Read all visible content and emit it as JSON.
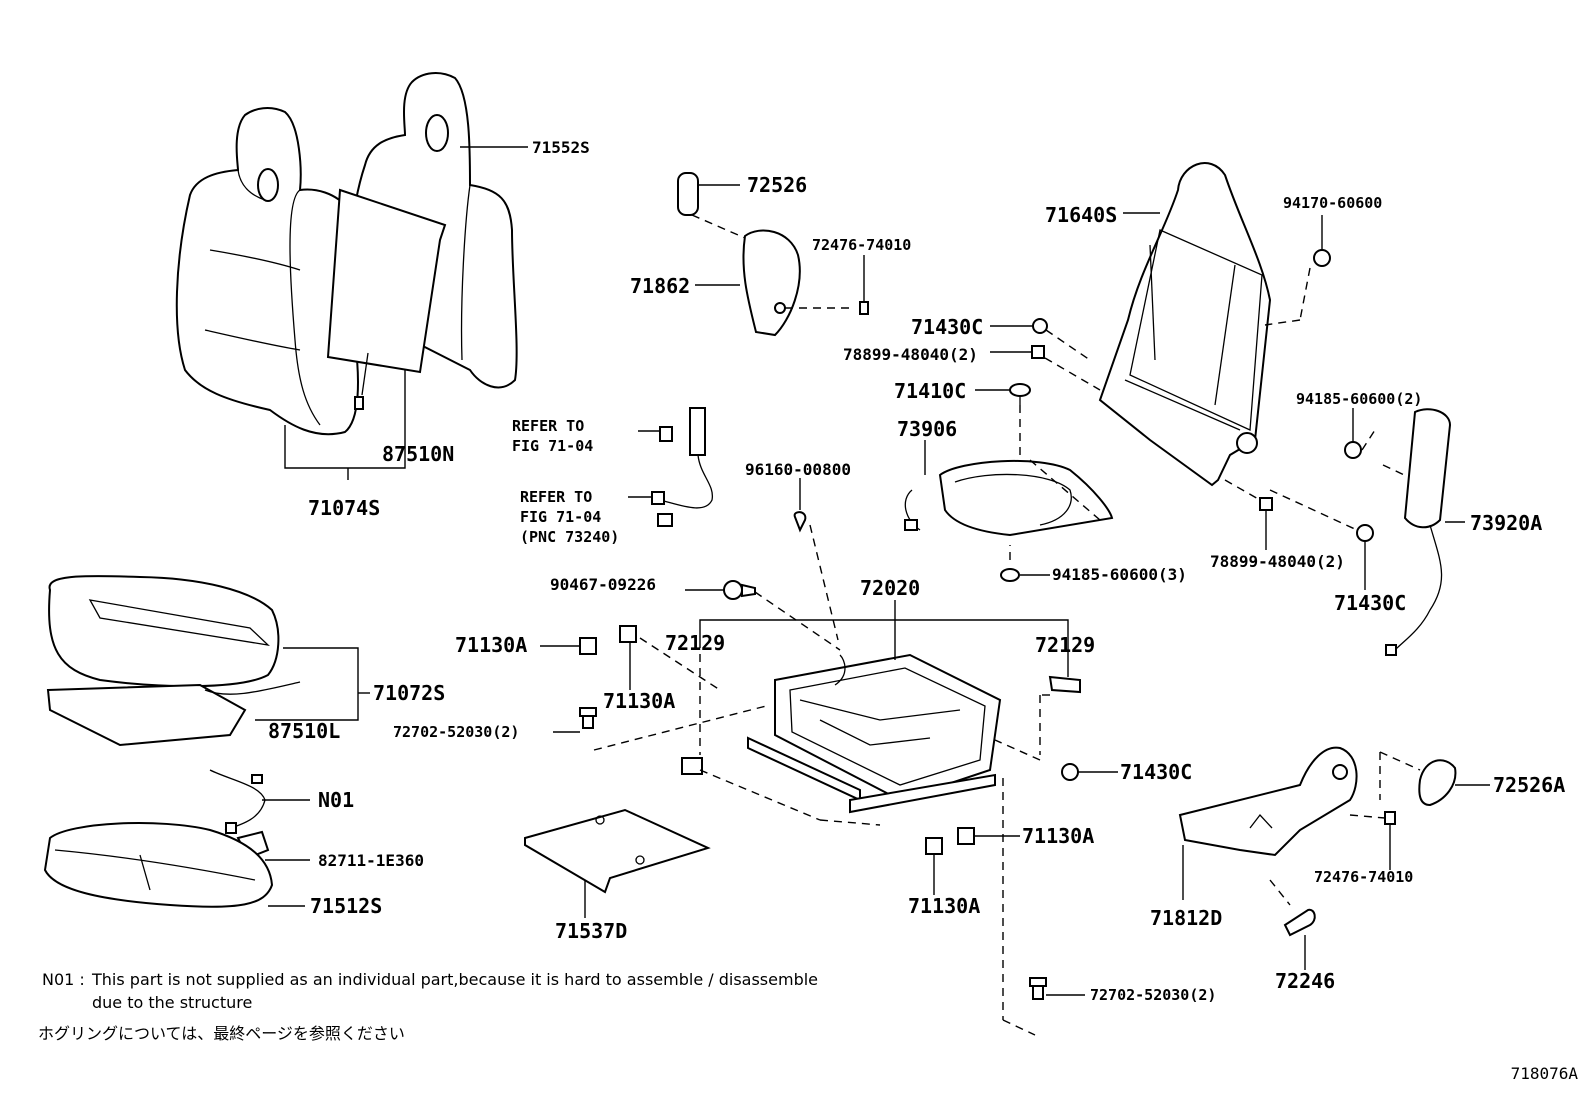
{
  "diagram_id": "718076A",
  "labels": {
    "p71552S": "71552S",
    "p87510N": "87510N",
    "p71074S": "71074S",
    "p72526": "72526",
    "p72476_a": "72476-74010",
    "p71862": "71862",
    "p71640S": "71640S",
    "p94170": "94170-60600",
    "p71430C_a": "71430C",
    "p78899_a": "78899-48040(2)",
    "p71410C": "71410C",
    "p73906": "73906",
    "p94185_a": "94185-60600(2)",
    "p96160": "96160-00800",
    "p78899_b": "78899-48040(2)",
    "p73920A": "73920A",
    "p94185_b": "94185-60600(3)",
    "p71430C_b": "71430C",
    "p90467": "90467-09226",
    "p72020": "72020",
    "p71130A_a": "71130A",
    "p72129_a": "72129",
    "p72129_b": "72129",
    "p71130A_b": "71130A",
    "p71072S": "71072S",
    "p87510L": "87510L",
    "p72702_a": "72702-52030(2)",
    "p71430C_c": "71430C",
    "p72526A": "72526A",
    "pN01": "N01",
    "p71130A_c": "71130A",
    "p82711": "82711-1E360",
    "p72476_b": "72476-74010",
    "p71512S": "71512S",
    "p71130A_d": "71130A",
    "p71812D": "71812D",
    "p71537D": "71537D",
    "p72246": "72246",
    "p72702_b": "72702-52030(2)"
  },
  "refer": {
    "r1_line1": "REFER TO",
    "r1_line2": "FIG 71-04",
    "r2_line1": "REFER TO",
    "r2_line2": "FIG 71-04",
    "r2_line3": "(PNC 73240)"
  },
  "notes": {
    "n01_prefix": "N01 :",
    "n01_text": "This part is not supplied as an individual part,because it is hard to assemble / disassemble",
    "n01_text2": "due to the structure",
    "jp_note": "ホグリングについては、最終ページを参照ください"
  }
}
